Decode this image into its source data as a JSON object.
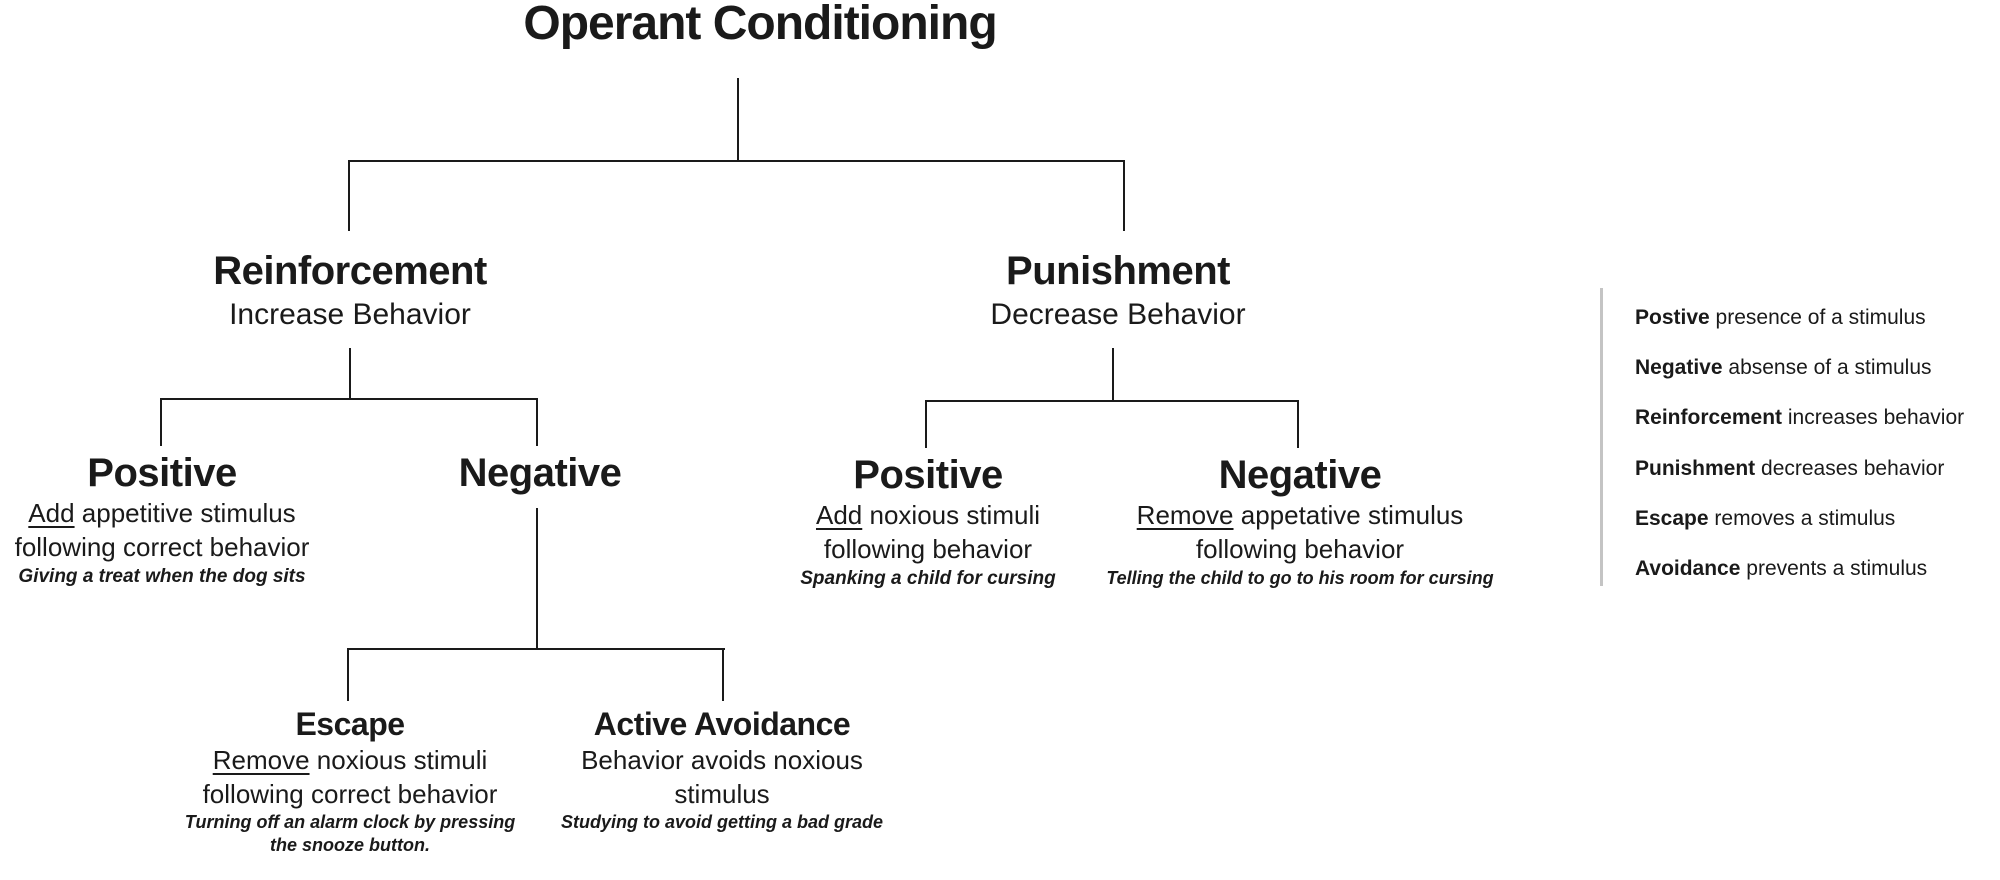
{
  "title": "Operant Conditioning",
  "nodes": {
    "reinforcement": {
      "title": "Reinforcement",
      "subtitle": "Increase Behavior"
    },
    "punishment": {
      "title": "Punishment",
      "subtitle": "Decrease Behavior"
    },
    "reinforcement_positive": {
      "title": "Positive",
      "underline_word": "Add",
      "line1_rest": "appetitive stimulus",
      "line2": "following correct behavior",
      "example": "Giving a treat when the dog sits"
    },
    "reinforcement_negative": {
      "title": "Negative"
    },
    "punishment_positive": {
      "title": "Positive",
      "underline_word": "Add",
      "line1_rest": "noxious stimuli",
      "line2": "following behavior",
      "example": "Spanking a child for cursing"
    },
    "punishment_negative": {
      "title": "Negative",
      "underline_word": "Remove",
      "line1_rest": "appetative stimulus",
      "line2": "following behavior",
      "example": "Telling the child to go to his room for cursing"
    },
    "escape": {
      "title": "Escape",
      "underline_word": "Remove",
      "line1_rest": "noxious stimuli",
      "line2": "following correct behavior",
      "example_line1": "Turning off an alarm clock by pressing",
      "example_line2": "the snooze button."
    },
    "active_avoidance": {
      "title": "Active Avoidance",
      "line1": "Behavior avoids noxious",
      "line2": "stimulus",
      "example": "Studying to avoid getting a bad grade"
    }
  },
  "legend": {
    "items": [
      {
        "term": "Postive",
        "description": "presence of a stimulus"
      },
      {
        "term": "Negative",
        "description": "absense of a stimulus"
      },
      {
        "term": "Reinforcement",
        "description": "increases behavior"
      },
      {
        "term": "Punishment",
        "description": "decreases behavior"
      },
      {
        "term": "Escape",
        "description": "removes a stimulus"
      },
      {
        "term": "Avoidance",
        "description": "prevents a stimulus"
      }
    ]
  },
  "colors": {
    "text": "#1a1a1a",
    "line": "#1a1a1a",
    "legend_divider": "#c4c4c4",
    "background": "#ffffff"
  }
}
